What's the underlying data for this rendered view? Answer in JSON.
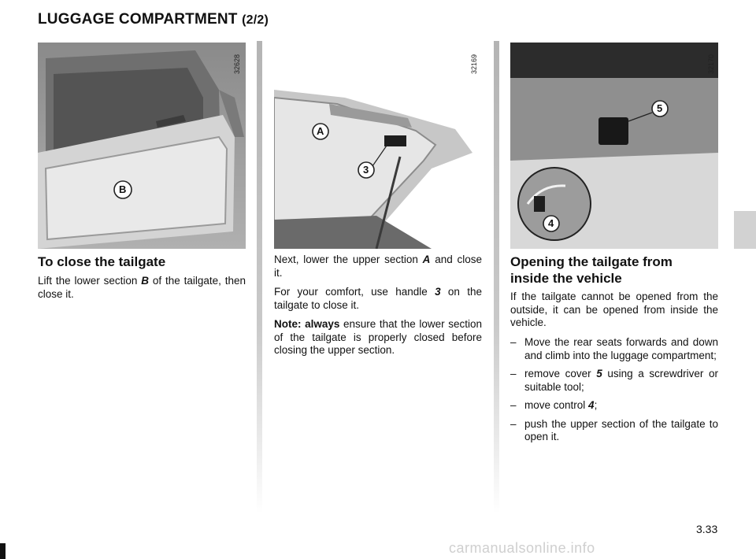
{
  "header": {
    "title": "LUGGAGE COMPARTMENT",
    "title_suffix": "(2/2)"
  },
  "figures": [
    {
      "number": "32628",
      "callouts": [
        "B"
      ]
    },
    {
      "number": "32169",
      "callouts": [
        "A",
        "3"
      ]
    },
    {
      "number": "32170",
      "callouts": [
        "5",
        "4"
      ]
    }
  ],
  "col1": {
    "heading": "To close the tailgate",
    "p1_before": "Lift the lower section ",
    "p1_ref": "B",
    "p1_after": " of the tailgate, then close it."
  },
  "col2": {
    "p1_before": "Next, lower the upper section ",
    "p1_ref": "A",
    "p1_after": " and close it.",
    "p2_before": "For your comfort, use handle ",
    "p2_ref": "3",
    "p2_after": " on the tailgate to close it.",
    "note_label": "Note: always",
    "note_text": " ensure that the lower section of the tailgate is properly closed before closing the upper section."
  },
  "col3": {
    "heading_line1": "Opening the tailgate from",
    "heading_line2": "inside the vehicle",
    "intro": "If the tailgate cannot be opened from the outside, it can be opened from inside the vehicle.",
    "bullet_marker": "–",
    "b1": "Move the rear seats forwards and down and climb into the luggage compartment;",
    "b2_before": "remove cover ",
    "b2_ref": "5",
    "b2_after": " using a screwdriver or suitable tool;",
    "b3_before": "move control ",
    "b3_ref": "4",
    "b3_after": ";",
    "b4": "push the upper section of the tailgate to open it."
  },
  "footer": {
    "page_number": "3.33",
    "watermark": "carmanualsonline.info"
  }
}
